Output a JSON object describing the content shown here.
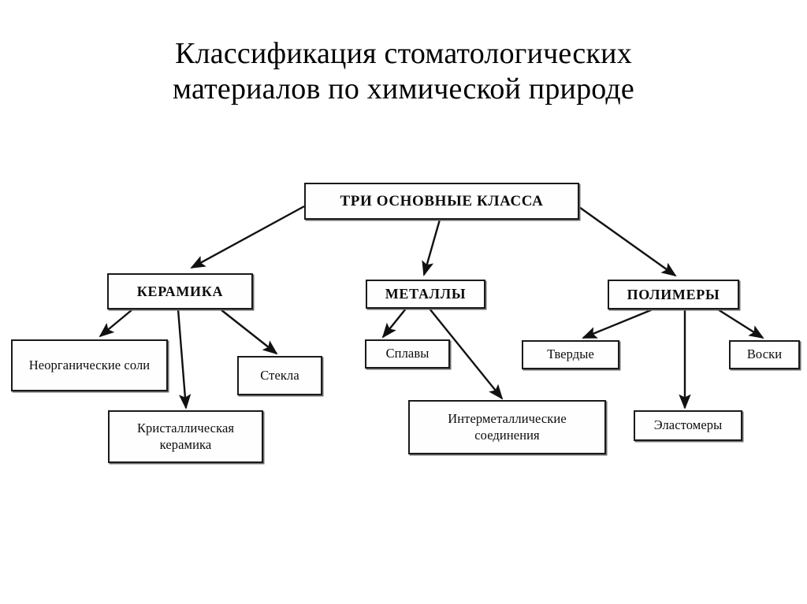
{
  "page": {
    "title_lines": [
      "Классификация стоматологических",
      "материалов по химической природе"
    ],
    "background_color": "#ffffff",
    "line_color": "#1a1a1a",
    "text_color": "#000000"
  },
  "diagram": {
    "type": "hierarchy-tree",
    "root": {
      "id": "root",
      "label": "ТРИ ОСНОВНЫЕ КЛАССА",
      "level": 1
    },
    "branches": [
      {
        "id": "ceramics",
        "label": "КЕРАМИКА",
        "level": 2,
        "children": [
          {
            "id": "inorganic-salts",
            "label": "Неорганические соли",
            "level": 3
          },
          {
            "id": "crystalline-ceramics",
            "label": "Кристаллическая керамика",
            "level": 3
          },
          {
            "id": "glasses",
            "label": "Стекла",
            "level": 3
          }
        ]
      },
      {
        "id": "metals",
        "label": "МЕТАЛЛЫ",
        "level": 2,
        "children": [
          {
            "id": "alloys",
            "label": "Сплавы",
            "level": 3
          },
          {
            "id": "intermetallic-compounds",
            "label": "Интерметаллические соединения",
            "level": 3
          }
        ]
      },
      {
        "id": "polymers",
        "label": "ПОЛИМЕРЫ",
        "level": 2,
        "children": [
          {
            "id": "rigid",
            "label": "Твердые",
            "level": 3
          },
          {
            "id": "elastomers",
            "label": "Эластомеры",
            "level": 3
          },
          {
            "id": "waxes",
            "label": "Воски",
            "level": 3
          }
        ]
      }
    ],
    "nodes": {
      "root": {
        "label": "ТРИ ОСНОВНЫЕ КЛАССА"
      },
      "ceramics": {
        "label": "КЕРАМИКА"
      },
      "metals": {
        "label": "МЕТАЛЛЫ"
      },
      "polymers": {
        "label": "ПОЛИМЕРЫ"
      },
      "inorganic_salts": {
        "label": "Неорганические соли"
      },
      "crystalline_ceramics": {
        "label": "Кристаллическая керамика"
      },
      "glasses": {
        "label": "Стекла"
      },
      "alloys": {
        "label": "Сплавы"
      },
      "intermetallic": {
        "label": "Интерметаллические соединения"
      },
      "rigid": {
        "label": "Твердые"
      },
      "elastomers": {
        "label": "Эластомеры"
      },
      "waxes": {
        "label": "Воски"
      }
    }
  }
}
